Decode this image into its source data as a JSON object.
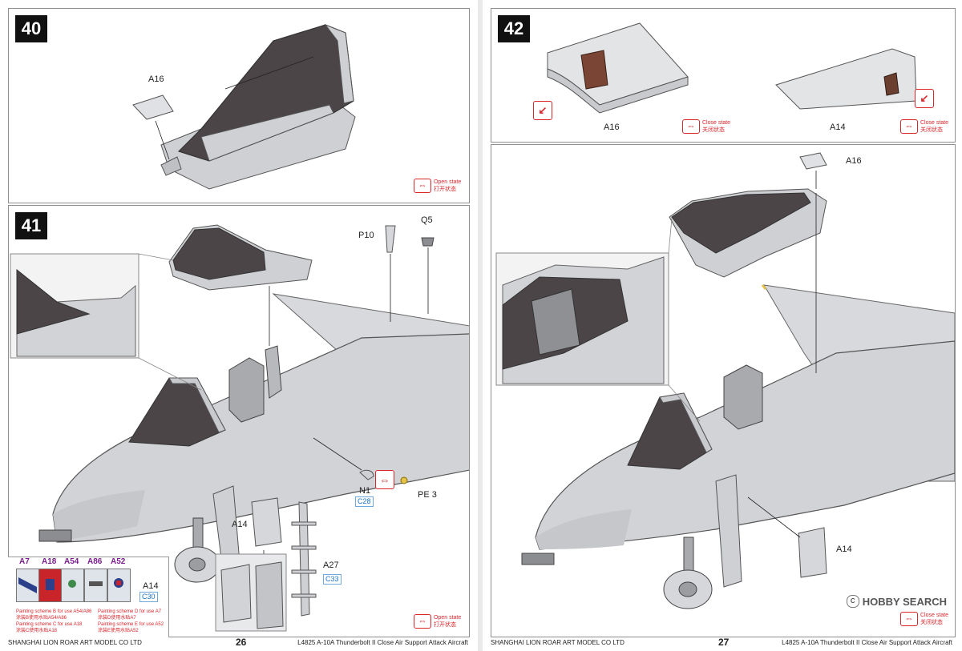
{
  "pages": {
    "left": {
      "company": "SHANGHAI LION ROAR ART MODEL CO LTD",
      "page_number": "26",
      "kit_title": "L4825 A-10A Thunderbolt II Close Air Support Attack Aircraft"
    },
    "right": {
      "company": "SHANGHAI LION ROAR ART MODEL CO LTD",
      "page_number": "27",
      "kit_title": "L4825 A-10A Thunderbolt II Close Air Support Attack Aircraft"
    }
  },
  "step40": {
    "number": "40",
    "labels": {
      "a16": "A16"
    },
    "open_state": {
      "en": "Open state",
      "cn": "打开状态"
    }
  },
  "step41": {
    "number": "41",
    "labels": {
      "p10": "P10",
      "q5": "Q5",
      "n1": "N1",
      "pe3": "PE 3",
      "a14": "A14",
      "a27": "A27",
      "a14_ref": "A14"
    },
    "codes": {
      "n1": "C28",
      "a27": "C33",
      "a14": "C30"
    },
    "open_state": {
      "en": "Open state",
      "cn": "打开状态"
    },
    "decals": [
      "A7",
      "A18",
      "A54",
      "A86",
      "A52"
    ],
    "schemes": [
      {
        "en": "Painting scheme B for use A54/A86",
        "cn": "涂装B使用水贴A54/A86"
      },
      {
        "en": "Painting scheme C for use A18",
        "cn": "涂装C使用水贴A18"
      },
      {
        "en": "Painting scheme D for use A7",
        "cn": "涂装D使用水贴A7"
      },
      {
        "en": "Painting scheme E for use A52",
        "cn": "涂装E使用水贴A52"
      }
    ]
  },
  "step42": {
    "number": "42",
    "labels": {
      "a16": "A16",
      "a14": "A14",
      "a16_main": "A16",
      "a14_main": "A14"
    },
    "close_state": {
      "en": "Close state",
      "cn": "关闭状态"
    }
  },
  "watermark": {
    "text": "HOBBY SEARCH",
    "mark": "C"
  },
  "colors": {
    "accent": "#d8262b",
    "code_blue": "#1a73c9",
    "hull": "#d2d3d6",
    "canopy": "#4b4548"
  }
}
